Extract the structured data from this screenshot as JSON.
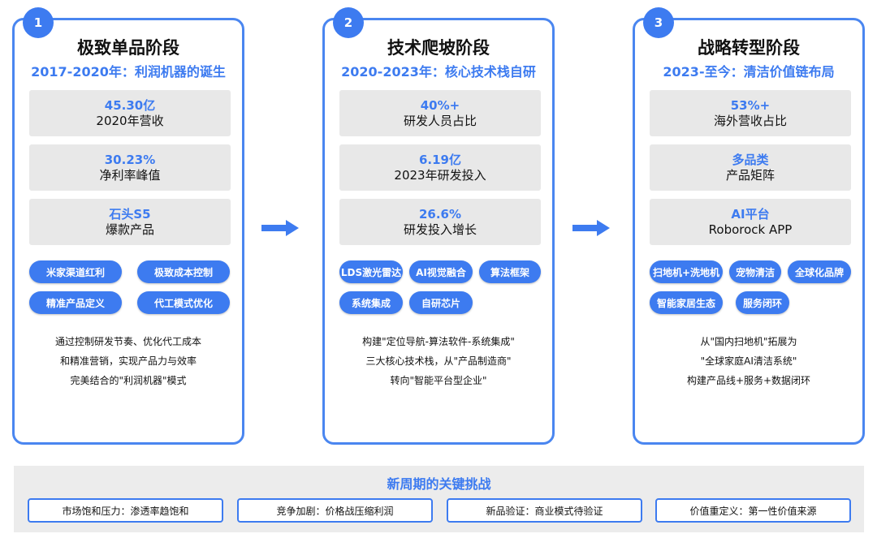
{
  "stages": [
    {
      "number": "1",
      "title": "极致单品阶段",
      "subtitle": "2017-2020年：利润机器的诞生",
      "stats": [
        {
          "value": "45.30亿",
          "label": "2020年营收"
        },
        {
          "value": "30.23%",
          "label": "净利率峰值"
        },
        {
          "value": "石头S5",
          "label": "爆款产品"
        }
      ],
      "tags": [
        "米家渠道红利",
        "极致成本控制",
        "精准产品定义",
        "代工模式优化"
      ],
      "description": [
        "通过控制研发节奏、优化代工成本",
        "和精准营销，实现产品力与效率",
        "完美结合的\"利润机器\"模式"
      ]
    },
    {
      "number": "2",
      "title": "技术爬坡阶段",
      "subtitle": "2020-2023年：核心技术栈自研",
      "stats": [
        {
          "value": "40%+",
          "label": "研发人员占比"
        },
        {
          "value": "6.19亿",
          "label": "2023年研发投入"
        },
        {
          "value": "26.6%",
          "label": "研发投入增长"
        }
      ],
      "tags": [
        "LDS激光雷达",
        "AI视觉融合",
        "算法框架",
        "系统集成",
        "自研芯片"
      ],
      "description": [
        "构建\"定位导航-算法软件-系统集成\"",
        "三大核心技术栈，从\"产品制造商\"",
        "转向\"智能平台型企业\""
      ]
    },
    {
      "number": "3",
      "title": "战略转型阶段",
      "subtitle": "2023-至今：清洁价值链布局",
      "stats": [
        {
          "value": "53%+",
          "label": "海外营收占比"
        },
        {
          "value": "多品类",
          "label": "产品矩阵"
        },
        {
          "value": "AI平台",
          "label": "Roborock APP"
        }
      ],
      "tags": [
        "扫地机+洗地机",
        "宠物清洁",
        "全球化品牌",
        "智能家居生态",
        "服务闭环"
      ],
      "description": [
        "从\"国内扫地机\"拓展为",
        "\"全球家庭AI清洁系统\"",
        "构建产品线+服务+数据闭环"
      ]
    }
  ],
  "challenges": {
    "title": "新周期的关键挑战",
    "items": [
      "市场饱和压力：渗透率趋饱和",
      "竞争加剧：价格战压缩利润",
      "新品验证：商业模式待验证",
      "价值重定义：第一性价值来源"
    ]
  },
  "colors": {
    "accent": "#3d7bf0",
    "border": "#4a86f0",
    "stat_bg": "#e8e8e8",
    "bottom_bg": "#ececec"
  },
  "icons": [
    "right-arrow-icon"
  ]
}
